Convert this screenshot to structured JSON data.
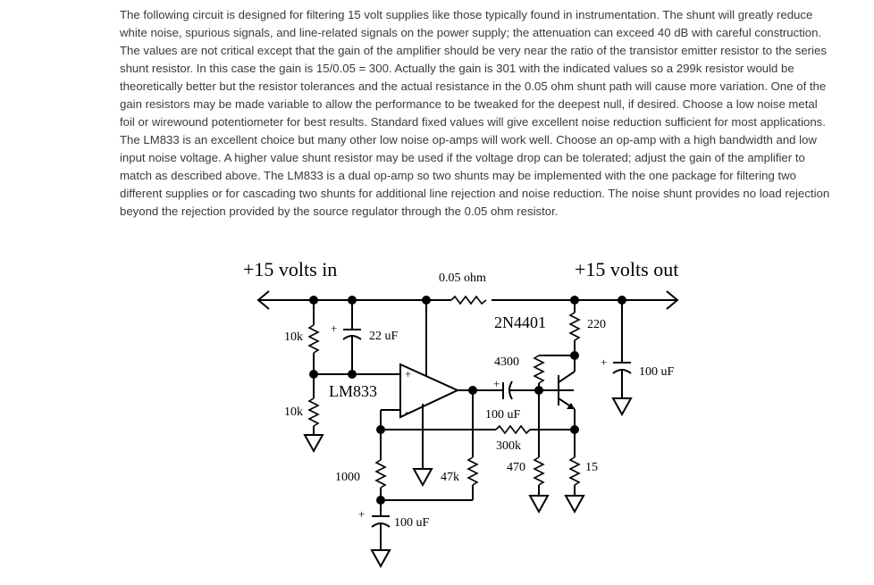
{
  "article": {
    "text": "The following circuit is designed for filtering 15 volt supplies like those typically found in instrumentation. The shunt will greatly reduce white noise, spurious signals, and line-related signals on the power supply; the attenuation can exceed 40 dB with careful construction. The values are not critical except that the gain of the amplifier should be very near the ratio of the transistor emitter resistor to the series shunt resistor. In this case the gain is 15/0.05 = 300. Actually the gain is 301 with the indicated values so a 299k resistor would be theoretically better but the resistor tolerances and the actual resistance in the 0.05 ohm shunt path will cause more variation. One of the gain resistors may be made variable to allow the performance to be tweaked for the deepest null, if desired. Choose a low noise metal foil or wirewound potentiometer for best results. Standard fixed values will give excellent noise reduction sufficient for most applications. The LM833 is an excellent choice but many other low noise op-amps will work well. Choose an op-amp with a high bandwidth and low input noise voltage. A higher value shunt resistor may be used if the voltage drop can be tolerated; adjust the gain of the amplifier to match as described above. The LM833 is a dual op-amp so two shunts may be implemented with the one package for filtering two different supplies or for cascading two shunts for additional line rejection and noise reduction. The noise shunt provides no load rejection beyond the rejection provided by the source regulator through the 0.05 ohm resistor."
  },
  "schematic": {
    "input_label": "+15 volts in",
    "output_label": "+15 volts out",
    "shunt_resistor": "0.05 ohm",
    "transistor": "2N4401",
    "opamp": "LM833",
    "r_divider_top": "10k",
    "r_divider_bottom": "10k",
    "c_divider": "22 uF",
    "r_collector": "220",
    "c_output": "100 uF",
    "r_bias_top": "4300",
    "r_bias_bottom": "470",
    "c_coupling": "100 uF",
    "r_feedback": "300k",
    "r_emitter": "15",
    "r_gain": "1000",
    "c_gain": "100 uF",
    "r_47k": "47k",
    "plus_sign": "+",
    "minus_sign": "-"
  }
}
